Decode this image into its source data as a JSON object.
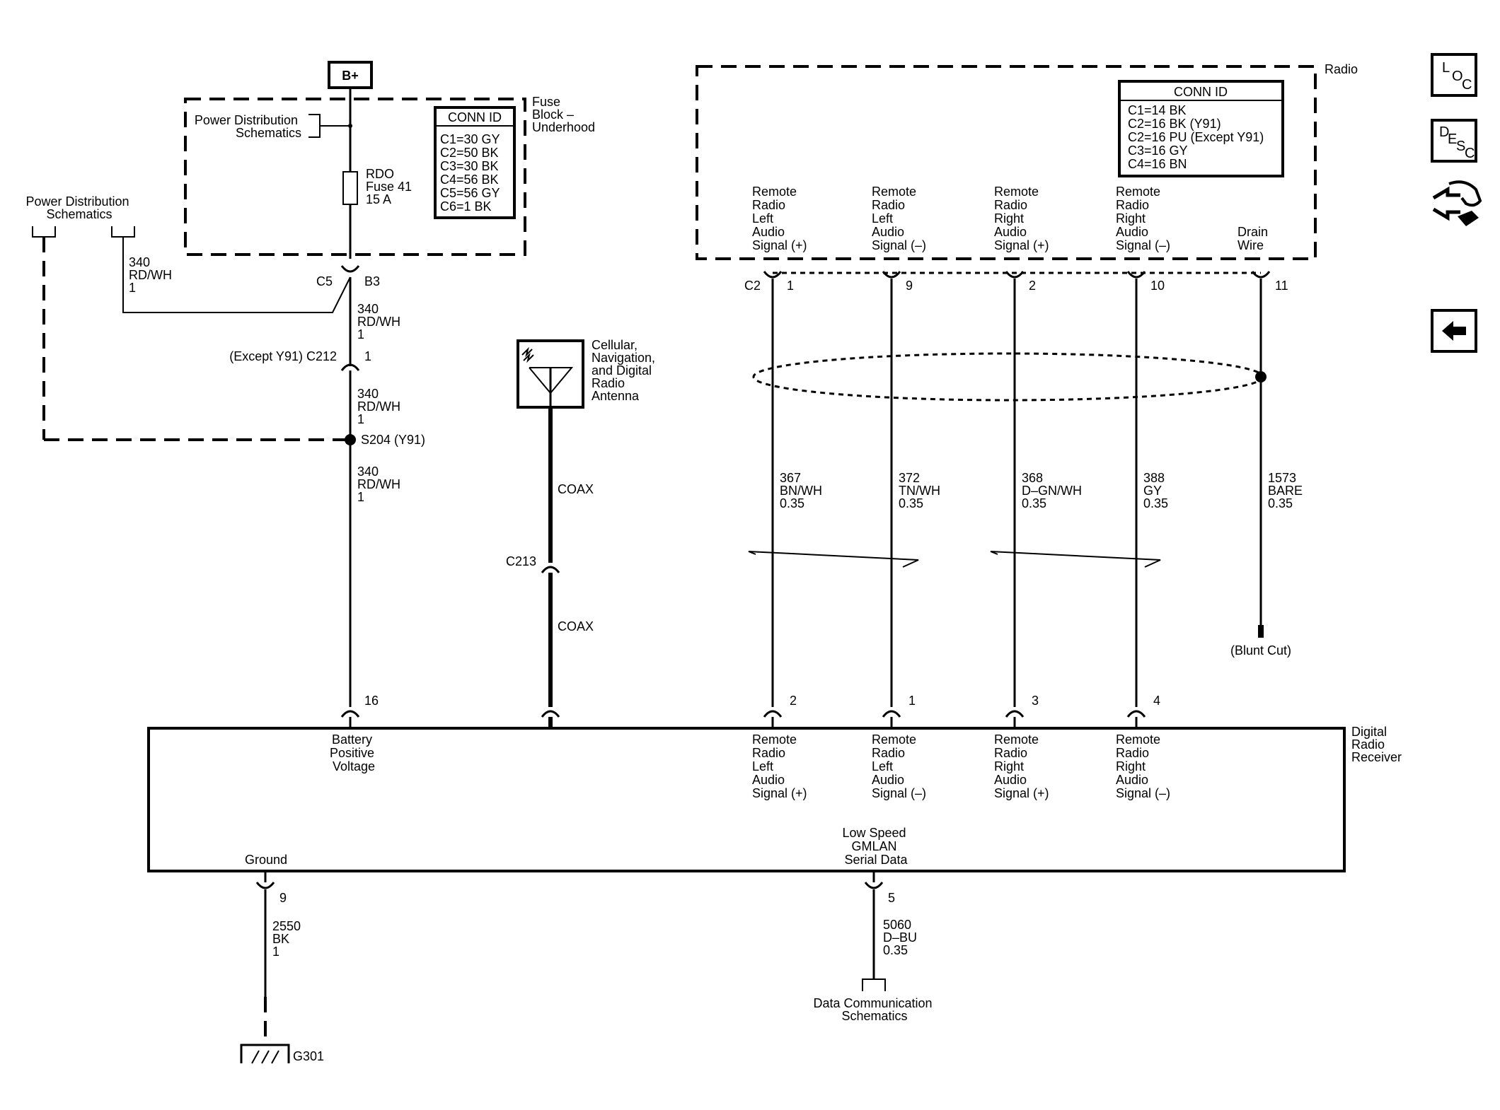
{
  "components": {
    "battery": "B+",
    "fuse_block": [
      "Fuse",
      "Block –",
      "Underhood"
    ],
    "power_dist_top": [
      "Power Distribution",
      "Schematics"
    ],
    "power_dist_left": [
      "Power Distribution",
      "Schematics"
    ],
    "fuse": [
      "RDO",
      "Fuse 41",
      "15 A"
    ],
    "antenna": [
      "Cellular,",
      "Navigation,",
      "and Digital",
      "Radio",
      "Antenna"
    ],
    "radio": "Radio",
    "receiver": [
      "Digital",
      "Radio",
      "Receiver"
    ],
    "data_comm": [
      "Data Communication",
      "Schematics"
    ],
    "ground_ref": "G301",
    "blunt_cut": "(Blunt Cut)"
  },
  "conn_fuse_block": {
    "title": "CONN ID",
    "rows": [
      "C1=30 GY",
      "C2=50 BK",
      "C3=30 BK",
      "C4=56 BK",
      "C5=56 GY",
      "C6=1 BK"
    ]
  },
  "conn_radio": {
    "title": "CONN ID",
    "rows": [
      "C1=14 BK",
      "C2=16 BK (Y91)",
      "C2=16 PU (Except Y91)",
      "C3=16 GY",
      "C4=16 BN"
    ]
  },
  "connectors": {
    "c5": "C5",
    "b3": "B3",
    "c212": "(Except Y91) C212",
    "c212_pin": "1",
    "s204": "S204 (Y91)",
    "c213": "C213",
    "c2": "C2",
    "recv_batt_pin": "16",
    "ground_pin": "9",
    "gmlan_pin": "5"
  },
  "wires": {
    "pd_left": [
      "340",
      "RD/WH",
      "1"
    ],
    "b3_c212": [
      "340",
      "RD/WH",
      "1"
    ],
    "c212_s204": [
      "340",
      "RD/WH",
      "1"
    ],
    "s204_recv": [
      "340",
      "RD/WH",
      "1"
    ],
    "coax_upper": "COAX",
    "coax_lower": "COAX",
    "ground": [
      "2550",
      "BK",
      "1"
    ],
    "gmlan": [
      "5060",
      "D–BU",
      "0.35"
    ]
  },
  "radio_signals": [
    {
      "label": [
        "Remote",
        "Radio",
        "Left",
        "Audio",
        "Signal (+)"
      ],
      "pin": "1",
      "wire": [
        "367",
        "BN/WH",
        "0.35"
      ],
      "recv_pin": "2"
    },
    {
      "label": [
        "Remote",
        "Radio",
        "Left",
        "Audio",
        "Signal (–)"
      ],
      "pin": "9",
      "wire": [
        "372",
        "TN/WH",
        "0.35"
      ],
      "recv_pin": "1"
    },
    {
      "label": [
        "Remote",
        "Radio",
        "Right",
        "Audio",
        "Signal (+)"
      ],
      "pin": "2",
      "wire": [
        "368",
        "D–GN/WH",
        "0.35"
      ],
      "recv_pin": "3"
    },
    {
      "label": [
        "Remote",
        "Radio",
        "Right",
        "Audio",
        "Signal (–)"
      ],
      "pin": "10",
      "wire": [
        "388",
        "GY",
        "0.35"
      ],
      "recv_pin": "4"
    },
    {
      "label": [
        "Drain",
        "Wire"
      ],
      "pin": "11",
      "wire": [
        "1573",
        "BARE",
        "0.35"
      ]
    }
  ],
  "receiver_labels": {
    "battery": [
      "Battery",
      "Positive",
      "Voltage"
    ],
    "signals": [
      [
        "Remote",
        "Radio",
        "Left",
        "Audio",
        "Signal (+)"
      ],
      [
        "Remote",
        "Radio",
        "Left",
        "Audio",
        "Signal (–)"
      ],
      [
        "Remote",
        "Radio",
        "Right",
        "Audio",
        "Signal (+)"
      ],
      [
        "Remote",
        "Radio",
        "Right",
        "Audio",
        "Signal (–)"
      ]
    ],
    "gmlan": [
      "Low Speed",
      "GMLAN",
      "Serial Data"
    ],
    "ground": "Ground"
  },
  "nav_icons": {
    "loc": [
      "L",
      "O",
      "C"
    ],
    "desc": [
      "D",
      "E",
      "S",
      "C"
    ],
    "connector_icon": "connector-hand-icon",
    "back_icon": "back-arrow-icon"
  }
}
